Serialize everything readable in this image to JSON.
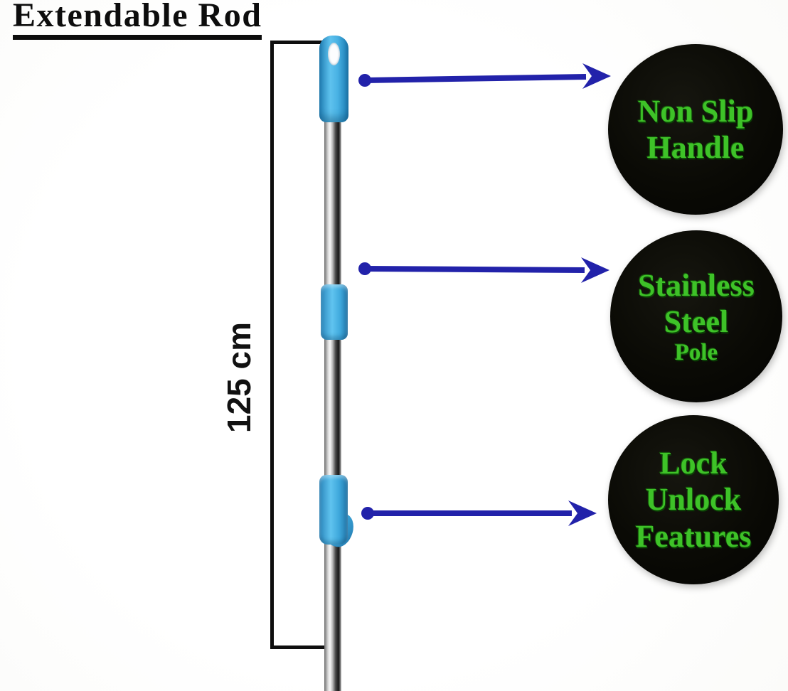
{
  "title": "Extendable Rod",
  "measurement": {
    "label": "125 cm"
  },
  "callouts": [
    {
      "name": "non-slip-handle",
      "lines": [
        "Non Slip",
        "Handle"
      ]
    },
    {
      "name": "stainless-steel-pole",
      "lines": [
        "Stainless",
        "Steel",
        "Pole"
      ]
    },
    {
      "name": "lock-unlock-features",
      "lines": [
        "Lock",
        "Unlock",
        "Features"
      ]
    }
  ],
  "colors": {
    "arrow_blue": "#2222aa",
    "callout_background": "#0a0a05",
    "callout_text_green": "#3ec228",
    "handle_blue": "#49b2e4",
    "bracket_black": "#0e0e0e"
  }
}
